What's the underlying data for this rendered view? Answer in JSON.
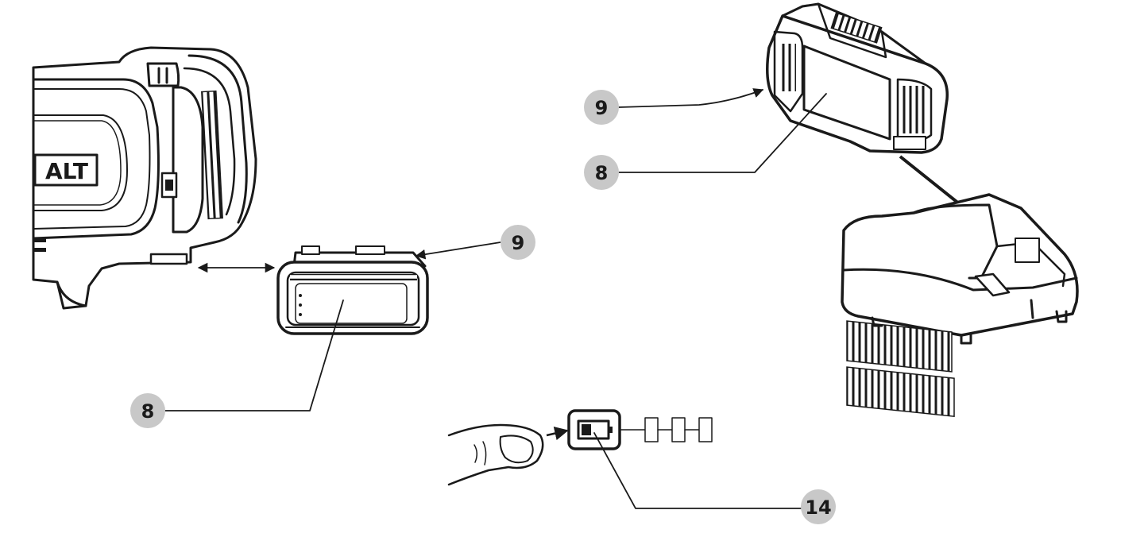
{
  "diagram": {
    "tool_brand_text": "ALT",
    "callouts": [
      {
        "id": "c8-left",
        "label": "8"
      },
      {
        "id": "c9-left",
        "label": "9"
      },
      {
        "id": "c9-right",
        "label": "9"
      },
      {
        "id": "c8-right",
        "label": "8"
      },
      {
        "id": "c14",
        "label": "14"
      }
    ],
    "fuel_gauge": {
      "segments_total": 4,
      "segments_lit": 1
    },
    "colors": {
      "ink": "#1a1a1a",
      "callout_fill": "#c8c8c8",
      "background": "#ffffff"
    }
  }
}
